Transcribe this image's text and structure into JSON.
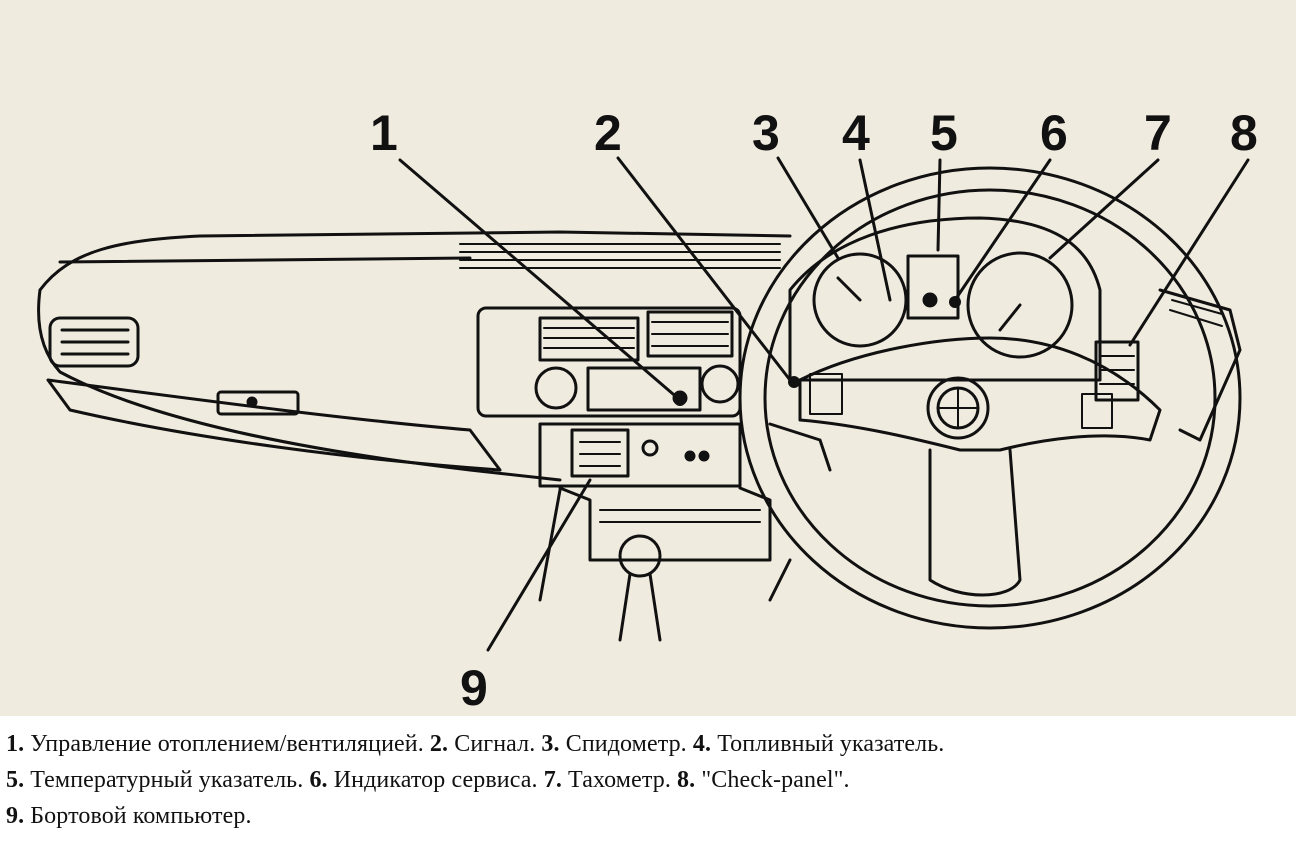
{
  "callouts": [
    {
      "id": "1",
      "text": "1"
    },
    {
      "id": "2",
      "text": "2"
    },
    {
      "id": "3",
      "text": "3"
    },
    {
      "id": "4",
      "text": "4"
    },
    {
      "id": "5",
      "text": "5"
    },
    {
      "id": "6",
      "text": "6"
    },
    {
      "id": "7",
      "text": "7"
    },
    {
      "id": "8",
      "text": "8"
    },
    {
      "id": "9",
      "text": "9"
    }
  ],
  "caption": {
    "items": [
      {
        "num": "1.",
        "text": " Управление отоплением/вентиляцией. "
      },
      {
        "num": "2.",
        "text": " Сигнал. "
      },
      {
        "num": "3.",
        "text": " Спидометр. "
      },
      {
        "num": "4.",
        "text": " Топливный указатель."
      },
      {
        "num": "5.",
        "text": " Температурный указатель. "
      },
      {
        "num": "6.",
        "text": " Индикатор сервиса. "
      },
      {
        "num": "7.",
        "text": " Тахометр. "
      },
      {
        "num": "8.",
        "text": " \"Check-panel\"."
      },
      {
        "num": "9.",
        "text": " Бортовой компьютер."
      }
    ]
  },
  "colors": {
    "paper": "#f0ebdf",
    "ink": "#111111",
    "caption_bg": "#ffffff"
  }
}
